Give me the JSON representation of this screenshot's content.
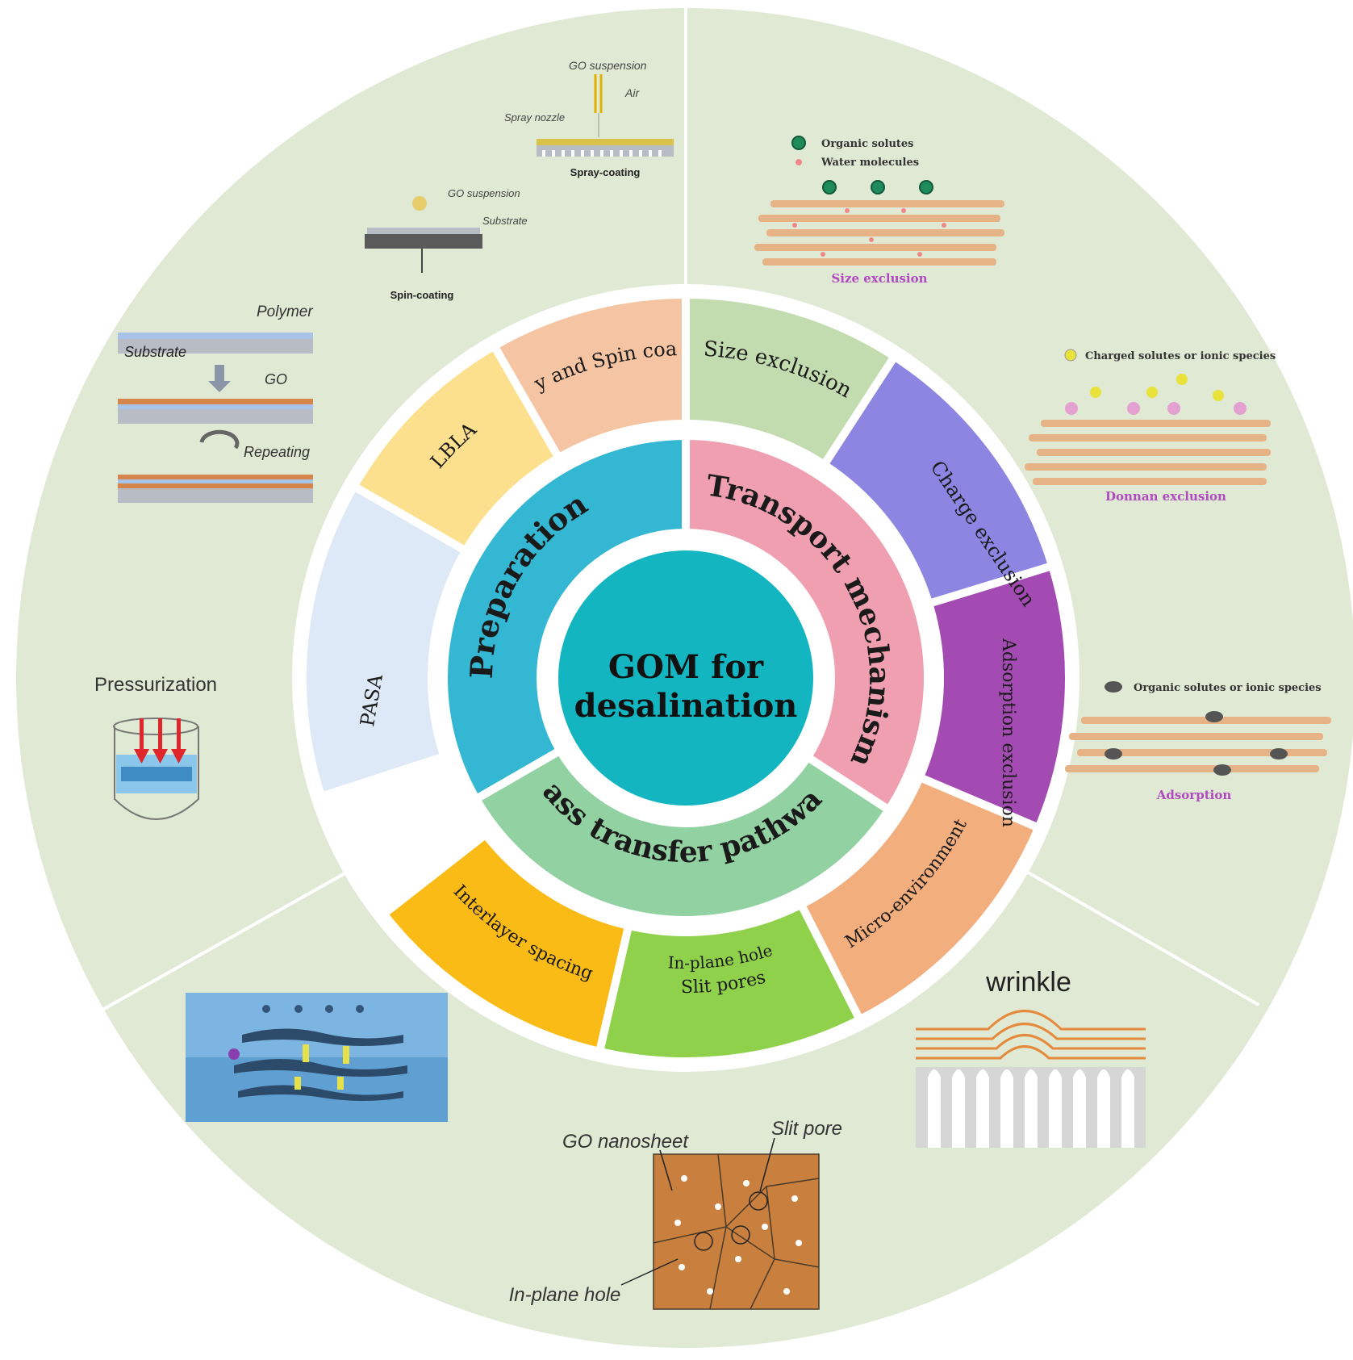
{
  "center": {
    "line1": "GOM for",
    "line2": "desalination"
  },
  "categories": {
    "preparation": "Preparation",
    "transport": "Transport mechanism",
    "mass": "Mass transfer pathways"
  },
  "segments": {
    "spray_spin": "Spray and Spin coating",
    "lbla": "LBLA",
    "pasa": "PASA",
    "size_exclusion": "Size exclusion",
    "charge_exclusion": "Charge exclusion",
    "adsorption_exclusion": "Adsorption exclusion",
    "micro_environment": "Micro-environment",
    "slit_pores_line1": "Slit pores",
    "slit_pores_line2": "In-plane hole",
    "interlayer_spacing": "Interlayer spacing"
  },
  "annotations": {
    "spray": {
      "suspension": "GO suspension",
      "air": "Air",
      "nozzle": "Spray nozzle",
      "caption": "Spray-coating"
    },
    "spin": {
      "suspension": "GO suspension",
      "substrate": "Substrate",
      "caption": "Spin-coating"
    },
    "lbl": {
      "polymer": "Polymer",
      "substrate": "Substrate",
      "go": "GO",
      "repeating": "Repeating"
    },
    "pressurization": "Pressurization",
    "size": {
      "legend1": "Organic solutes",
      "legend2": "Water molecules",
      "caption": "Size exclusion"
    },
    "donnan": {
      "legend": "Charged solutes or ionic species",
      "caption": "Donnan exclusion"
    },
    "adsorption": {
      "legend": "Organic solutes or ionic species",
      "caption": "Adsorption"
    },
    "wrinkle": "wrinkle",
    "pores": {
      "nanosheet": "GO nanosheet",
      "slit": "Slit pore",
      "hole": "In-plane hole"
    }
  },
  "colors": {
    "outer_disk": "#dfe9d3",
    "center": "#12b5c0",
    "preparation": "#34b7d2",
    "transport": "#ef9fb0",
    "mass": "#92d1a2",
    "spray_spin": "#f5c4a2",
    "lbla": "#fde08e",
    "pasa": "#dde9f6",
    "size_exclusion": "#c2dcb0",
    "charge_exclusion": "#8c86e2",
    "adsorption_exclusion": "#a44bb3",
    "micro_environment": "#f3ae7e",
    "slit_pores": "#8fd14a",
    "interlayer_spacing": "#fbbb16"
  }
}
